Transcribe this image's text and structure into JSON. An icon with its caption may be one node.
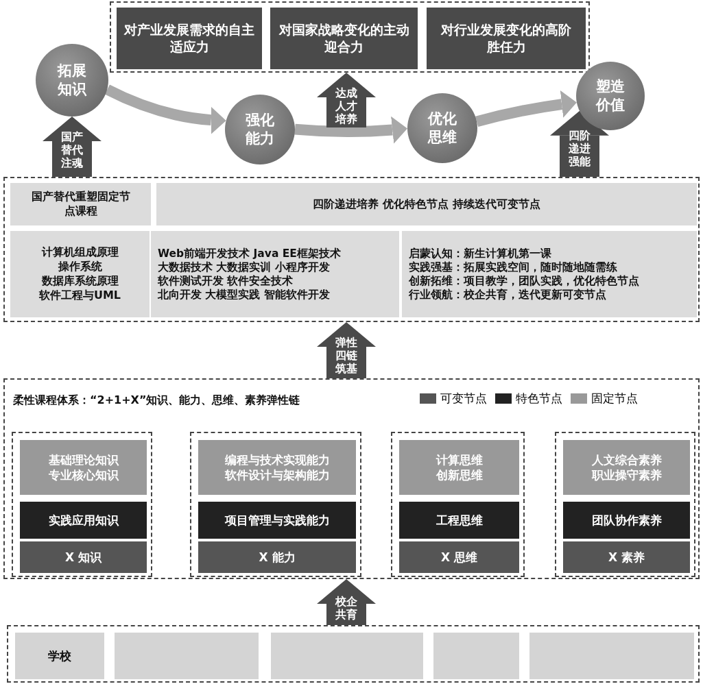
{
  "diagram": {
    "nodes": [
      {
        "text": [],
        "shape": "box"
      },
      {
        "text": [
          "对产业发展需求的自主适应力"
        ],
        "in": 0
      },
      {
        "text": [
          "对国家战略变化的主动迎合力"
        ],
        "in": 0
      },
      {
        "text": [
          "对行业发展变化的高阶胜任力"
        ],
        "in": 0
      },
      {
        "text": [
          "拓展知识"
        ]
      },
      {
        "text": [
          "强化能力"
        ]
      },
      {
        "text": [
          "优化思维"
        ]
      },
      {
        "text": [
          "塑造价值"
        ]
      },
      {
        "text": [],
        "shape": "box"
      },
      {
        "text": [
          "国产替代重塑固定节点课程"
        ],
        "in": 8
      },
      {
        "text": [
          "四阶递进培养 优化特色节点 持续迭代可变节点"
        ],
        "in": 8
      },
      {
        "text": [
          "计算机组成原理",
          "操作系统",
          "数据库系统原理",
          "软件工程与UML"
        ],
        "in": 8
      },
      {
        "text": [
          "Web前端开发技术 Java EE框架技术",
          "大数据技术 大数据实训 小程序开发",
          "软件测试开发 软件安全技术",
          "北向开发 大模型实践 智能软件开发"
        ],
        "in": 8
      },
      {
        "text": [
          "启蒙认知：新生计算机第一课",
          "实践强基：拓展实践空间，随时随地随需练",
          "创新拓维：项目教学，团队实践，优化特色节点",
          "行业领航：校企共育，迭代更新可变节点"
        ],
        "in": 8
      },
      {
        "text": [
          "柔性课程体系：“2+1+X”知识、能力、思维、素养弹性链"
        ]
      },
      {
        "text": [],
        "shape": "box",
        "in": 14
      },
      {
        "text": [
          "基础理论知识",
          "专业核心知识"
        ],
        "in": 15
      },
      {
        "text": [
          "实践应用知识"
        ],
        "in": 15
      },
      {
        "text": [
          "X 知识"
        ],
        "in": 15
      },
      {
        "text": [],
        "shape": "box",
        "in": 14
      },
      {
        "text": [
          "编程与技术实现能力",
          "软件设计与架构能力"
        ],
        "in": 19
      },
      {
        "text": [
          "项目管理与实践能力"
        ],
        "in": 19
      },
      {
        "text": [
          "X 能力"
        ],
        "in": 19
      },
      {
        "text": [],
        "shape": "box",
        "in": 14
      },
      {
        "text": [
          "计算思维",
          "创新思维"
        ],
        "in": 23
      },
      {
        "text": [
          "工程思维"
        ],
        "in": 23
      },
      {
        "text": [
          "X 思维"
        ],
        "in": 23
      },
      {
        "text": [],
        "shape": "box",
        "in": 14
      },
      {
        "text": [
          "人文综合素养",
          "职业操守素养"
        ],
        "in": 27
      },
      {
        "text": [
          "团队协作素养"
        ],
        "in": 27
      },
      {
        "text": [
          "X 素养"
        ],
        "in": 27
      },
      {
        "text": [],
        "shape": "box"
      },
      {
        "text": [
          "学校"
        ],
        "in": 31
      },
      {
        "text": [],
        "shape": "box",
        "in": 31
      },
      {
        "text": [],
        "shape": "box",
        "in": 31
      },
      {
        "text": [],
        "shape": "box",
        "in": 31
      },
      {
        "text": [],
        "shape": "box",
        "in": 31
      }
    ],
    "edges": [
      {
        "from": 4,
        "to": 5,
        "arrow": "to",
        "color": "#a8a8a8"
      },
      {
        "from": 5,
        "to": 6,
        "arrow": "to",
        "color": "#a8a8a8"
      },
      {
        "from": 6,
        "to": 7,
        "arrow": "to",
        "color": "#a8a8a8"
      },
      {
        "from": 8,
        "to": 4,
        "arrow": "to",
        "label": "国产替代注魂"
      },
      {
        "from": null,
        "to": 0,
        "arrow": "to",
        "label": "达成人才培养"
      },
      {
        "from": 8,
        "to": 7,
        "arrow": "to",
        "label": "四阶递进强能"
      },
      {
        "from": 14,
        "to": 8,
        "arrow": "to",
        "label": "弹性四链筑基"
      },
      {
        "from": 31,
        "to": 14,
        "arrow": "to",
        "label": "校企共育"
      }
    ],
    "legend": [
      {
        "text": "可变节点",
        "color": "#555555"
      },
      {
        "text": "特色节点",
        "color": "#222222"
      },
      {
        "text": "固定节点",
        "color": "#999999"
      }
    ]
  }
}
